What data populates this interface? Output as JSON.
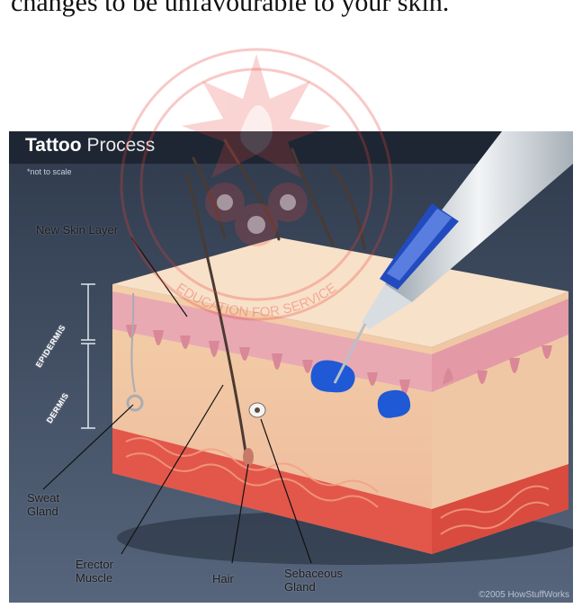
{
  "page": {
    "body_text": "changes to be unfavourable to your skin."
  },
  "figure": {
    "title_bold": "Tattoo",
    "title_light": "Process",
    "subtitle": "*not to scale",
    "labels": {
      "new_skin_layer": "New Skin Layer",
      "epidermis": "EPIDERMIS",
      "dermis": "DERMIS",
      "sweat_gland": "Sweat\nGland",
      "erector_muscle": "Erector\nMuscle",
      "hair": "Hair",
      "sebaceous_gland": "Sebaceous\nGland"
    },
    "copyright": "©2005 HowStuffWorks",
    "colors": {
      "background": "#3f4d62",
      "skin_top": "#f6dcc2",
      "epidermis_pink": "#e8a9b3",
      "dermis_cream": "#f7dcc0",
      "fat_red": "#e2574a",
      "ink_blue": "#1f59d6"
    }
  },
  "watermark": {
    "text": "EDUCATION FOR SERVICE",
    "color": "#e8413a"
  }
}
